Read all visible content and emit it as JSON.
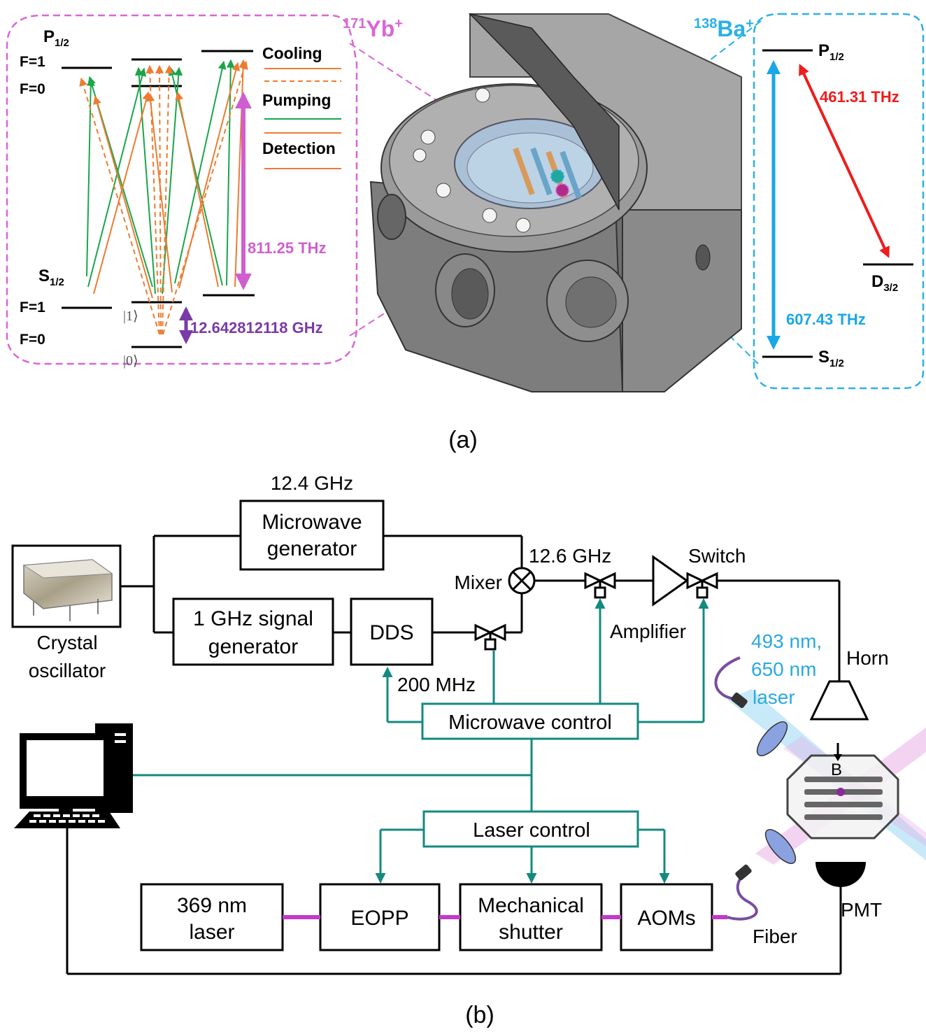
{
  "panel_a": {
    "caption": "(a)",
    "yb": {
      "ion_mass": "171",
      "ion_symbol": "Yb",
      "ion_charge": "+",
      "P_state": "P",
      "P_sub": "1/2",
      "S_state": "S",
      "S_sub": "1/2",
      "P_F1": "F=1",
      "P_F0": "F=0",
      "S_F1": "F=1",
      "S_F0": "F=0",
      "ket1": "|1⟩",
      "ket0": "|0⟩",
      "optical_freq": "811.25 THz",
      "hyperfine_freq": "12.642812118 GHz",
      "legend": {
        "cooling": "Cooling",
        "pumping": "Pumping",
        "detection": "Detection"
      },
      "colors": {
        "frame": "#d966d6",
        "cooling": "#ee7b30",
        "pumping": "#1aa54b",
        "freq_optical": "#d05ed0",
        "freq_hyperfine": "#7a3aa7"
      }
    },
    "ba": {
      "ion_mass": "138",
      "ion_symbol": "Ba",
      "ion_charge": "+",
      "P_state": "P",
      "P_sub": "1/2",
      "S_state": "S",
      "S_sub": "1/2",
      "D_state": "D",
      "D_sub": "3/2",
      "freq_blue": "607.43 THz",
      "freq_red": "461.31 THz",
      "colors": {
        "frame": "#2ab0e8",
        "blue": "#1aa7e6",
        "red": "#ee1c1c"
      }
    }
  },
  "panel_b": {
    "caption": "(b)",
    "crystal_label_1": "Crystal",
    "crystal_label_2": "oscillator",
    "mw_freq_label": "12.4 GHz",
    "mw_gen_1": "Microwave",
    "mw_gen_2": "generator",
    "sig_gen_1": "1 GHz signal",
    "sig_gen_2": "generator",
    "dds": "DDS",
    "mixer": "Mixer",
    "freq_126": "12.6 GHz",
    "switch": "Switch",
    "amplifier": "Amplifier",
    "freq_200": "200 MHz",
    "mw_control": "Microwave control",
    "laser_control": "Laser control",
    "horn": "Horn",
    "laser_ba_1": "493 nm,",
    "laser_ba_2": "650 nm",
    "laser_ba_3": "laser",
    "field": "B",
    "laser369_1": "369 nm",
    "laser369_2": "laser",
    "eopp": "EOPP",
    "shutter_1": "Mechanical",
    "shutter_2": "shutter",
    "aoms": "AOMs",
    "fiber": "Fiber",
    "pmt": "PMT",
    "colors": {
      "control_line": "#138a80",
      "laser_line": "#c23ac9",
      "ba_text": "#2aa9e0"
    }
  }
}
